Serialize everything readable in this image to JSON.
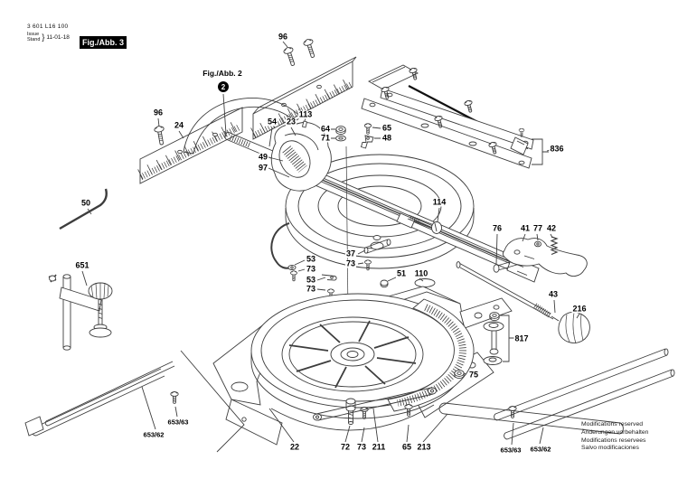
{
  "title_block": {
    "part_number": "3 601 L16 100",
    "issue_label": "Issue",
    "stand_label": "Stand",
    "brace": "}",
    "date": "11-01-18",
    "figure": "Fig./Abb. 3"
  },
  "figure_reference": {
    "label": "Fig./Abb. 2",
    "badge": "2"
  },
  "labels": {
    "l96_top": "96",
    "l96_left": "96",
    "l24": "24",
    "l54": "54",
    "l23": "23",
    "l113": "113",
    "l64": "64",
    "l71": "71",
    "l65_top": "65",
    "l48": "48",
    "l49": "49",
    "l97": "97",
    "l836": "836",
    "l114": "114",
    "l76": "76",
    "l41": "41",
    "l77": "77",
    "l42": "42",
    "l53_a": "53",
    "l73_a": "73",
    "l53_b": "53",
    "l73_b": "73",
    "l37": "37",
    "l73_c": "73",
    "l51": "51",
    "l110": "110",
    "l43": "43",
    "l216": "216",
    "l817": "817",
    "l75": "75",
    "l50": "50",
    "l651": "651",
    "l22": "22",
    "l72": "72",
    "l73_d": "73",
    "l211": "211",
    "l65_bottom": "65",
    "l213": "213",
    "l653_63_left": "653/63",
    "l653_62_left": "653/62",
    "l653_63_right": "653/63",
    "l653_62_right": "653/62"
  },
  "footer_notice": {
    "lines": [
      "Modifications reserved",
      "Änderungen vorbehalten",
      "Modifications reservees",
      "Salvo modificaciones"
    ]
  },
  "colors": {
    "line": "#3d3d3d",
    "label": "#000000",
    "background": "#ffffff",
    "figure_box_bg": "#000000",
    "figure_box_text": "#ffffff"
  }
}
